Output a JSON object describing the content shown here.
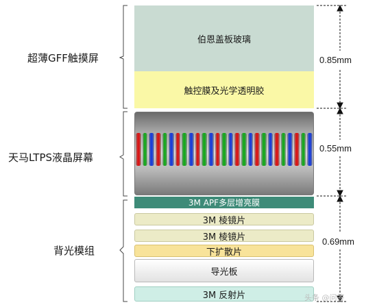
{
  "groups": [
    {
      "label": "超薄GFF触摸屏"
    },
    {
      "label": "天马LTPS液晶屏幕"
    },
    {
      "label": "背光模组"
    }
  ],
  "layers": {
    "glass_cover": {
      "label": "伯恩盖板玻璃",
      "color": "#c9dbd2"
    },
    "touch_film": {
      "label": "触控膜及光学透明胶",
      "color": "#faf8a6"
    },
    "lcd_panel": {
      "label": "",
      "subpixel_colors": [
        "#d81818",
        "#19a81f",
        "#1c3fd8"
      ]
    },
    "apf_film": {
      "label": "3M APF多层增亮膜",
      "color": "#3e8b78"
    },
    "prism_1": {
      "label": "3M 棱镜片",
      "color": "#ecebc7"
    },
    "prism_2": {
      "label": "3M 棱镜片",
      "color": "#ecebc7"
    },
    "diffuser": {
      "label": "下扩散片",
      "color": "#f8e39a"
    },
    "light_guide": {
      "label": "导光板",
      "color": "#f0f0f0"
    },
    "reflector": {
      "label": "3M 反射片",
      "color": "#cfeee6"
    }
  },
  "measurements": [
    {
      "label": "0.85mm"
    },
    {
      "label": "0.55mm"
    },
    {
      "label": "0.69mm"
    }
  ],
  "watermark": "头条 @问答"
}
